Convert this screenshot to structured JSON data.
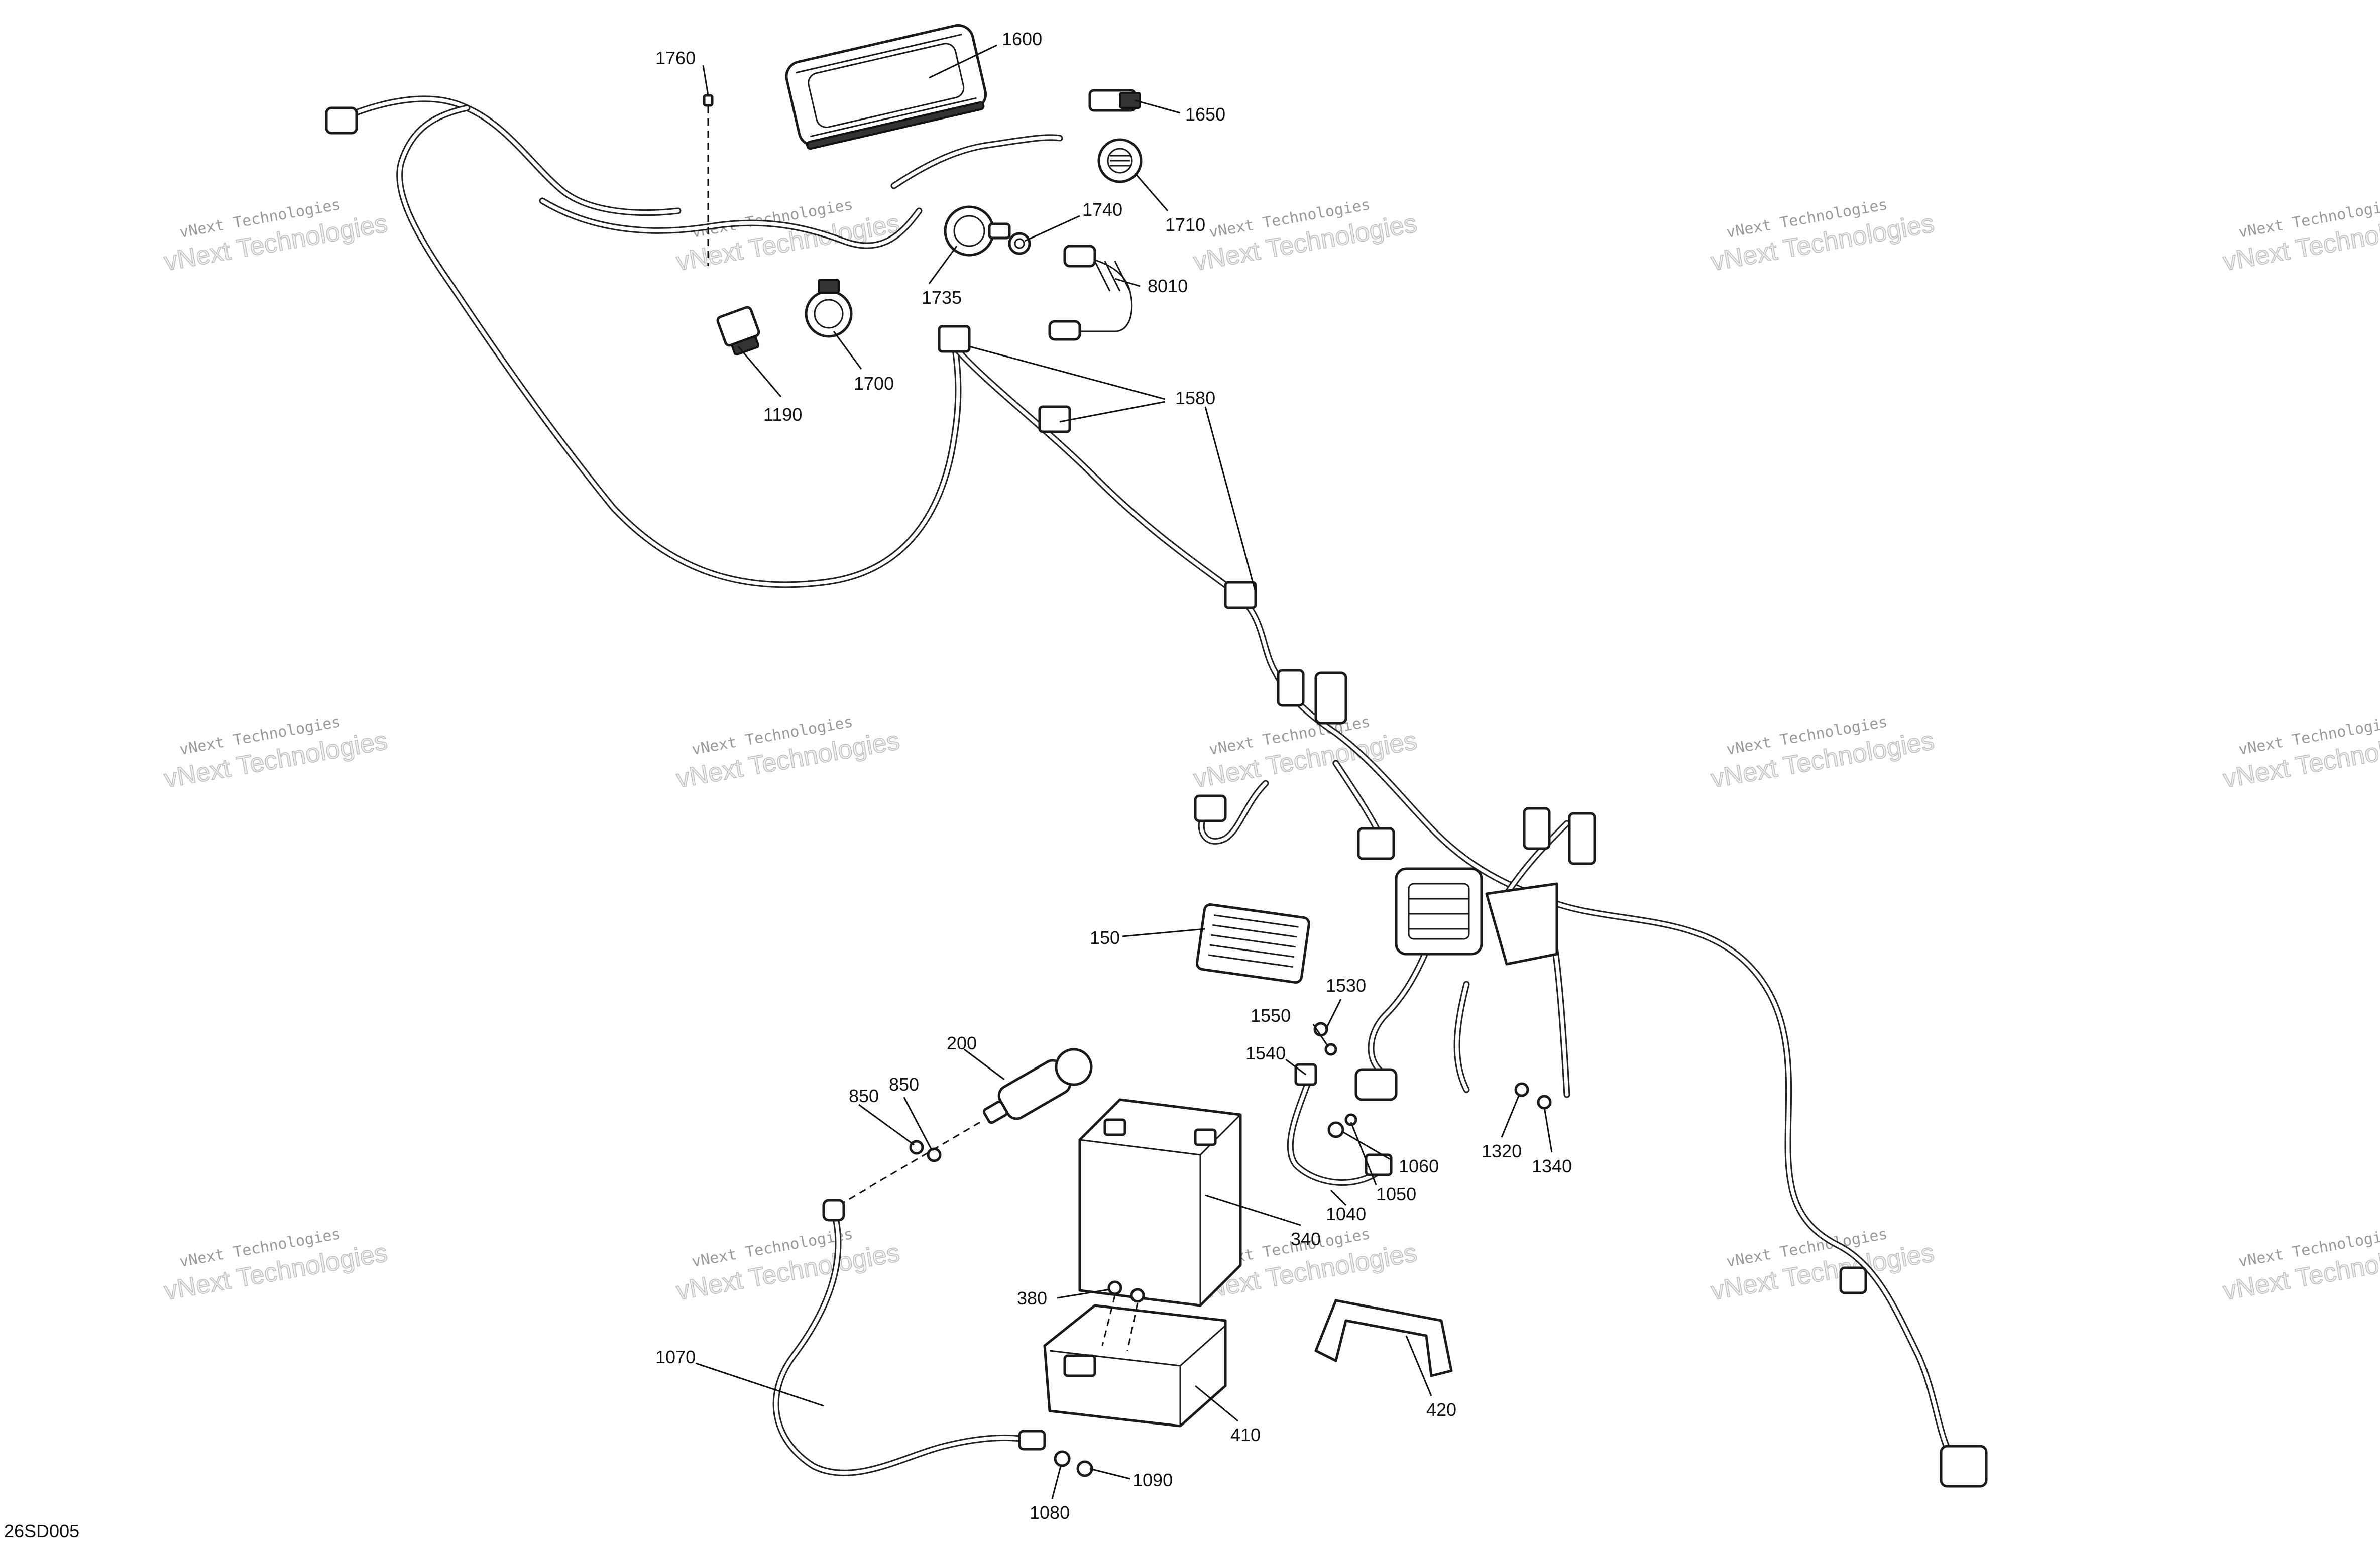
{
  "diagram_id": "26SD005",
  "watermark": {
    "line1": "vNext Technologies",
    "line2": "vNext Technologies"
  },
  "callouts": [
    {
      "id": "c1760",
      "text": "1760"
    },
    {
      "id": "c1600",
      "text": "1600"
    },
    {
      "id": "c1650",
      "text": "1650"
    },
    {
      "id": "c1740",
      "text": "1740"
    },
    {
      "id": "c1710",
      "text": "1710"
    },
    {
      "id": "c1735",
      "text": "1735"
    },
    {
      "id": "c8010",
      "text": "8010"
    },
    {
      "id": "c1700",
      "text": "1700"
    },
    {
      "id": "c1190",
      "text": "1190"
    },
    {
      "id": "c1580",
      "text": "1580"
    },
    {
      "id": "c150",
      "text": "150"
    },
    {
      "id": "c1530",
      "text": "1530"
    },
    {
      "id": "c1550",
      "text": "1550"
    },
    {
      "id": "c1540",
      "text": "1540"
    },
    {
      "id": "c200",
      "text": "200"
    },
    {
      "id": "c850a",
      "text": "850"
    },
    {
      "id": "c850b",
      "text": "850"
    },
    {
      "id": "c1060",
      "text": "1060"
    },
    {
      "id": "c1050",
      "text": "1050"
    },
    {
      "id": "c1040",
      "text": "1040"
    },
    {
      "id": "c340",
      "text": "340"
    },
    {
      "id": "c1320",
      "text": "1320"
    },
    {
      "id": "c1340",
      "text": "1340"
    },
    {
      "id": "c380",
      "text": "380"
    },
    {
      "id": "c1070",
      "text": "1070"
    },
    {
      "id": "c410",
      "text": "410"
    },
    {
      "id": "c420",
      "text": "420"
    },
    {
      "id": "c1090",
      "text": "1090"
    },
    {
      "id": "c1080",
      "text": "1080"
    }
  ]
}
